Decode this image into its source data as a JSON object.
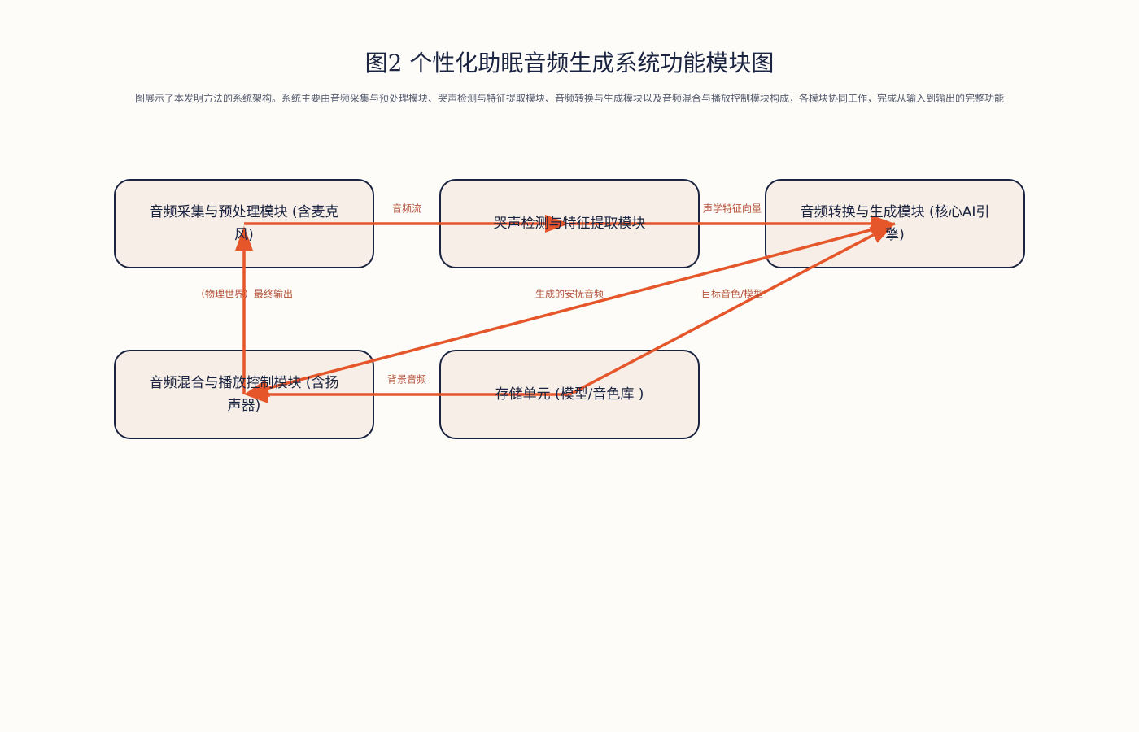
{
  "title": "图2 个性化助眠音频生成系统功能模块图",
  "subtitle": "图展示了本发明方法的系统架构。系统主要由音频采集与预处理模块、哭声检测与特征提取模块、音频转换与生成模块以及音频混合与播放控制模块构成，各模块协同工作，完成从输入到输出的完整功能",
  "nodes": {
    "acquisition": "音频采集与预处理模块 (含麦克风)",
    "detection": "哭声检测与特征提取模块",
    "generation": "音频转换与生成模块 (核心AI引擎)",
    "mixing": "音频混合与播放控制模块 (含扬声器)",
    "storage": "存储单元 (模型/音色库 )"
  },
  "edges": [
    {
      "from": "acquisition",
      "to": "detection",
      "label": "音频流"
    },
    {
      "from": "detection",
      "to": "generation",
      "label": "声学特征向量"
    },
    {
      "from": "generation",
      "to": "mixing",
      "label": "生成的安抚音频"
    },
    {
      "from": "storage",
      "to": "generation",
      "label": "目标音色/模型"
    },
    {
      "from": "storage",
      "to": "mixing",
      "label": "背景音频"
    },
    {
      "from": "mixing",
      "to": "acquisition",
      "label": "（物理世界）最终输出"
    }
  ],
  "colors": {
    "edge": "#e5562b",
    "node_border": "#1a2340",
    "node_fill": "#f7efe7",
    "label": "#b5523a"
  }
}
